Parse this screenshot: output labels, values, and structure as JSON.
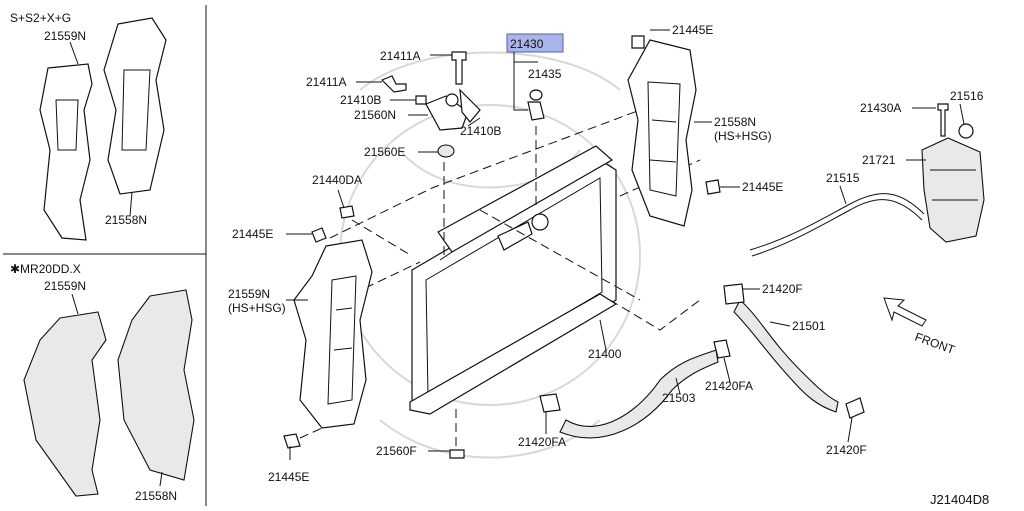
{
  "diagram_id": "J21404D8",
  "insets": [
    {
      "variant": "S+S2+X+G",
      "labels": [
        "21559N",
        "21558N"
      ]
    },
    {
      "variant": "✱MR20DD.X",
      "labels": [
        "21559N",
        "21558N"
      ]
    }
  ],
  "callouts": {
    "c21430": "21430",
    "c21411A_top": "21411A",
    "c21411A": "21411A",
    "c21410B_l": "21410B",
    "c21560N": "21560N",
    "c21410B_r": "21410B",
    "c21435": "21435",
    "c21560E": "21560E",
    "c21440DA": "21440DA",
    "c21445E_left": "21445E",
    "c21559N": "21559N",
    "c21559N_sub": "(HS+HSG)",
    "c21445E_bottom": "21445E",
    "c21560F": "21560F",
    "c21420FA_bottom": "21420FA",
    "c21400": "21400",
    "c21503": "21503",
    "c21420FA_mid": "21420FA",
    "c21420F_mid": "21420F",
    "c21501": "21501",
    "c21420F_bottom": "21420F",
    "c21445E_top": "21445E",
    "c21558N": "21558N",
    "c21558N_sub": "(HS+HSG)",
    "c21445E_right": "21445E",
    "c21430A": "21430A",
    "c21516": "21516",
    "c21721": "21721",
    "c21515": "21515"
  },
  "front_label": "FRONT",
  "highlight_color": "#aab4e8"
}
